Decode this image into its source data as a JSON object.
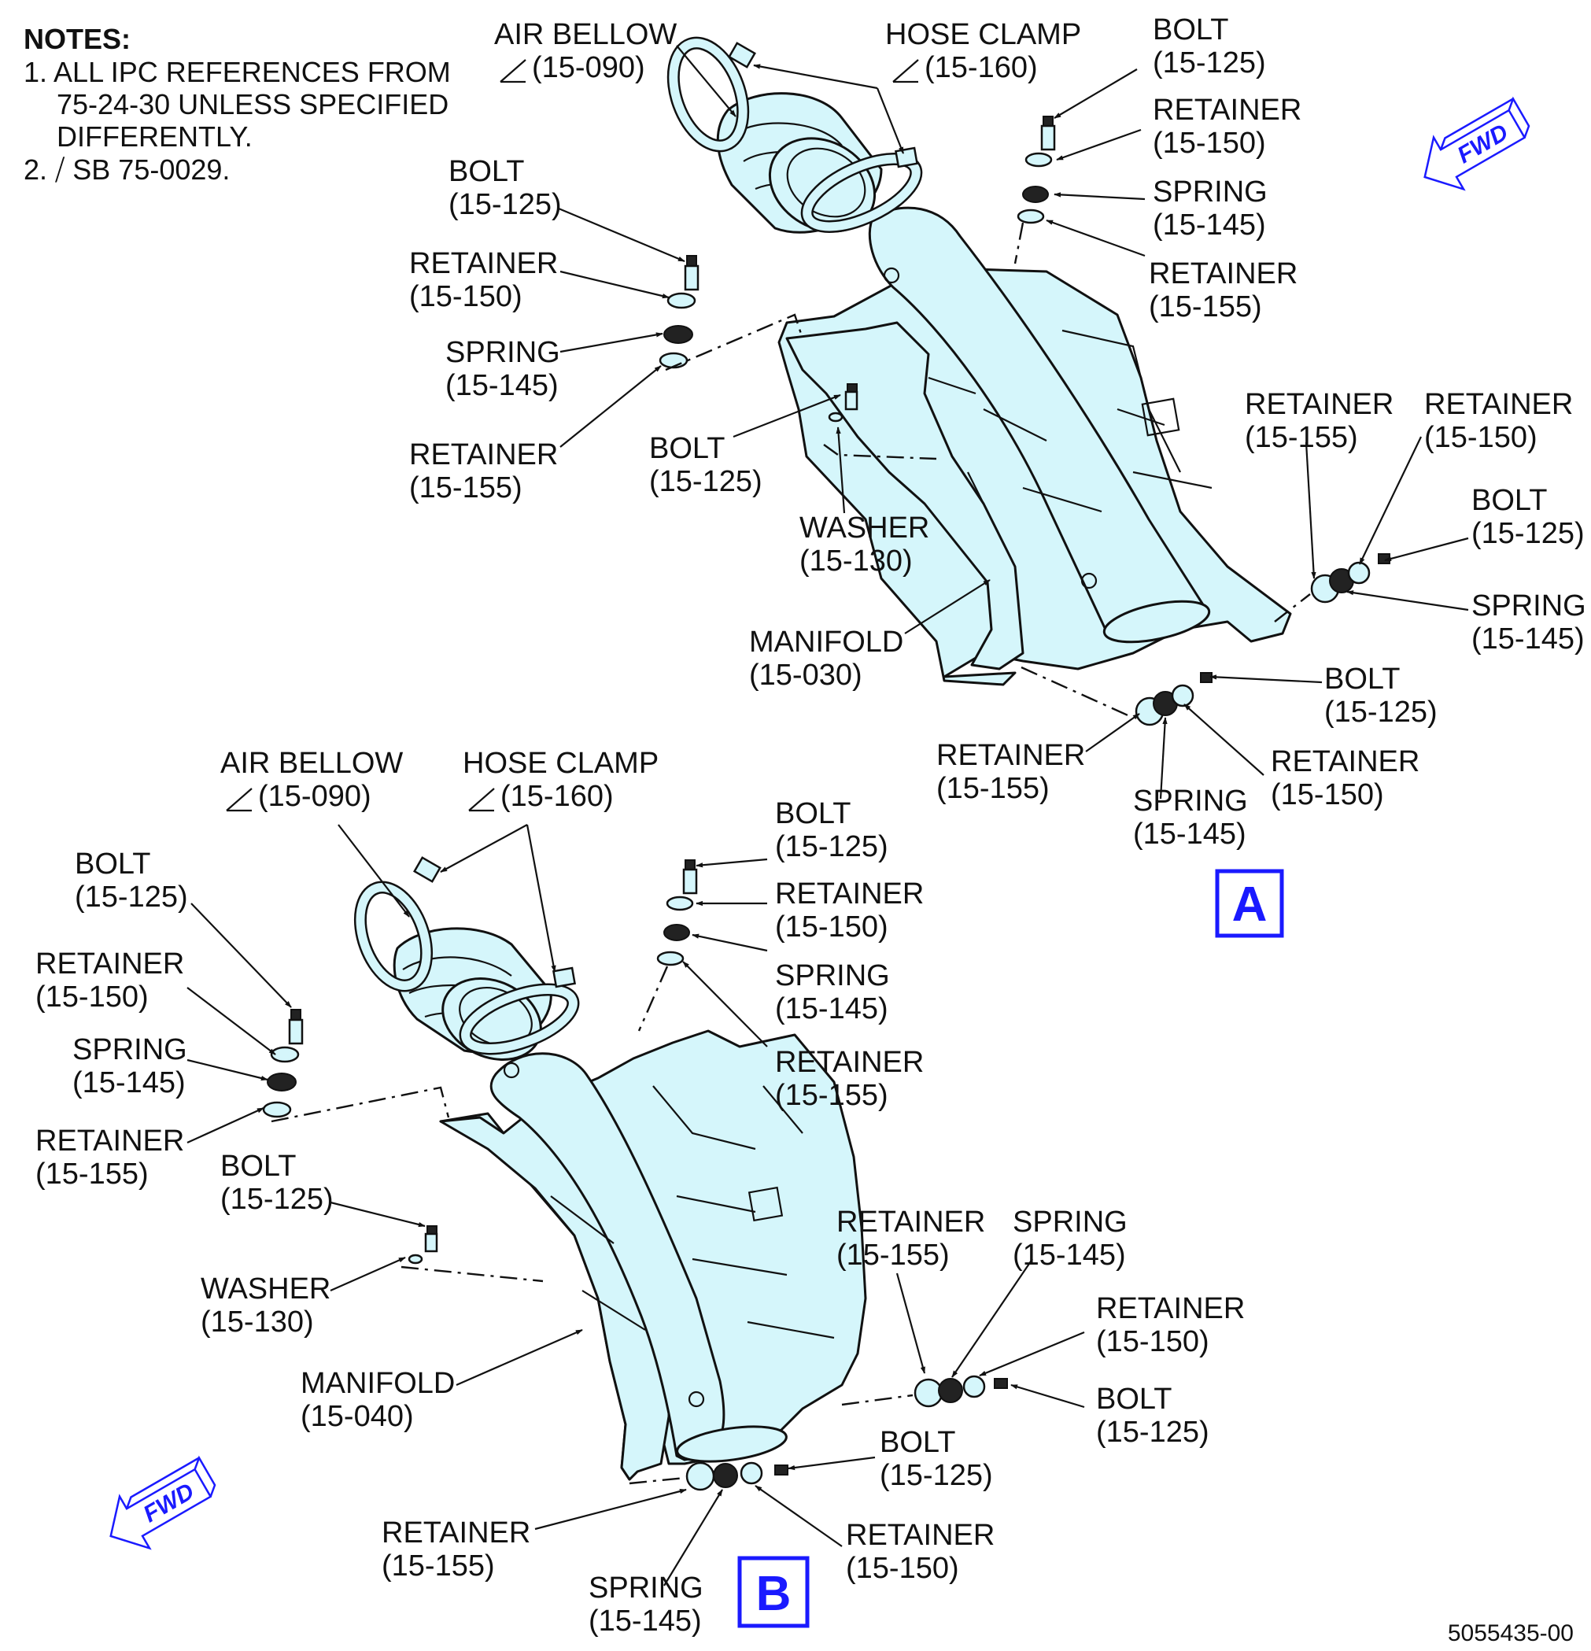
{
  "notes": {
    "title": "NOTES:",
    "line1": "1. ALL IPC REFERENCES FROM",
    "line2": "75-24-30 UNLESS SPECIFIED",
    "line3": "DIFFERENTLY.",
    "line4": "2. ⧸ SB 75-0029."
  },
  "fwd_label": "FWD",
  "document_number": "5055435-00",
  "colors": {
    "part_fill": "#d5f6fb",
    "accent_blue": "#1a1aff"
  },
  "view_a": {
    "letter": "A",
    "labels": {
      "air_bellow_name": "AIR BELLOW",
      "air_bellow_ref": "(15-090)",
      "hose_clamp_name": "HOSE CLAMP",
      "hose_clamp_ref": "(15-160)",
      "tr_bolt_name": "BOLT",
      "tr_bolt_ref": "(15-125)",
      "tr_ret150_name": "RETAINER",
      "tr_ret150_ref": "(15-150)",
      "tr_spring_name": "SPRING",
      "tr_spring_ref": "(15-145)",
      "tr_ret155_name": "RETAINER",
      "tr_ret155_ref": "(15-155)",
      "l_bolt_name": "BOLT",
      "l_bolt_ref": "(15-125)",
      "l_ret150_name": "RETAINER",
      "l_ret150_ref": "(15-150)",
      "l_spring_name": "SPRING",
      "l_spring_ref": "(15-145)",
      "l_ret155_name": "RETAINER",
      "l_ret155_ref": "(15-155)",
      "c_bolt_name": "BOLT",
      "c_bolt_ref": "(15-125)",
      "washer_name": "WASHER",
      "washer_ref": "(15-130)",
      "manifold_name": "MANIFOLD",
      "manifold_ref": "(15-030)",
      "r_ret155_name": "RETAINER",
      "r_ret155_ref": "(15-155)",
      "r_ret150_name": "RETAINER",
      "r_ret150_ref": "(15-150)",
      "r_bolt_name": "BOLT",
      "r_bolt_ref": "(15-125)",
      "r_spring_name": "SPRING",
      "r_spring_ref": "(15-145)",
      "b_bolt_name": "BOLT",
      "b_bolt_ref": "(15-125)",
      "b_ret155_name": "RETAINER",
      "b_ret155_ref": "(15-155)",
      "b_ret150_name": "RETAINER",
      "b_ret150_ref": "(15-150)",
      "b_spring_name": "SPRING",
      "b_spring_ref": "(15-145)"
    }
  },
  "view_b": {
    "letter": "B",
    "labels": {
      "air_bellow_name": "AIR BELLOW",
      "air_bellow_ref": "(15-090)",
      "hose_clamp_name": "HOSE CLAMP",
      "hose_clamp_ref": "(15-160)",
      "tr_bolt_name": "BOLT",
      "tr_bolt_ref": "(15-125)",
      "tr_ret150_name": "RETAINER",
      "tr_ret150_ref": "(15-150)",
      "tr_spring_name": "SPRING",
      "tr_spring_ref": "(15-145)",
      "tr_ret155_name": "RETAINER",
      "tr_ret155_ref": "(15-155)",
      "l_bolt_name": "BOLT",
      "l_bolt_ref": "(15-125)",
      "l_ret150_name": "RETAINER",
      "l_ret150_ref": "(15-150)",
      "l_spring_name": "SPRING",
      "l_spring_ref": "(15-145)",
      "l_ret155_name": "RETAINER",
      "l_ret155_ref": "(15-155)",
      "c_bolt_name": "BOLT",
      "c_bolt_ref": "(15-125)",
      "washer_name": "WASHER",
      "washer_ref": "(15-130)",
      "manifold_name": "MANIFOLD",
      "manifold_ref": "(15-040)",
      "r_ret155_name": "RETAINER",
      "r_ret155_ref": "(15-155)",
      "r_spring_name": "SPRING",
      "r_spring_ref": "(15-145)",
      "r_ret150_name": "RETAINER",
      "r_ret150_ref": "(15-150)",
      "r_bolt_name": "BOLT",
      "r_bolt_ref": "(15-125)",
      "b_bolt_name": "BOLT",
      "b_bolt_ref": "(15-125)",
      "b_ret155_name": "RETAINER",
      "b_ret155_ref": "(15-155)",
      "b_ret150_name": "RETAINER",
      "b_ret150_ref": "(15-150)",
      "b_spring_name": "SPRING",
      "b_spring_ref": "(15-145)"
    }
  }
}
